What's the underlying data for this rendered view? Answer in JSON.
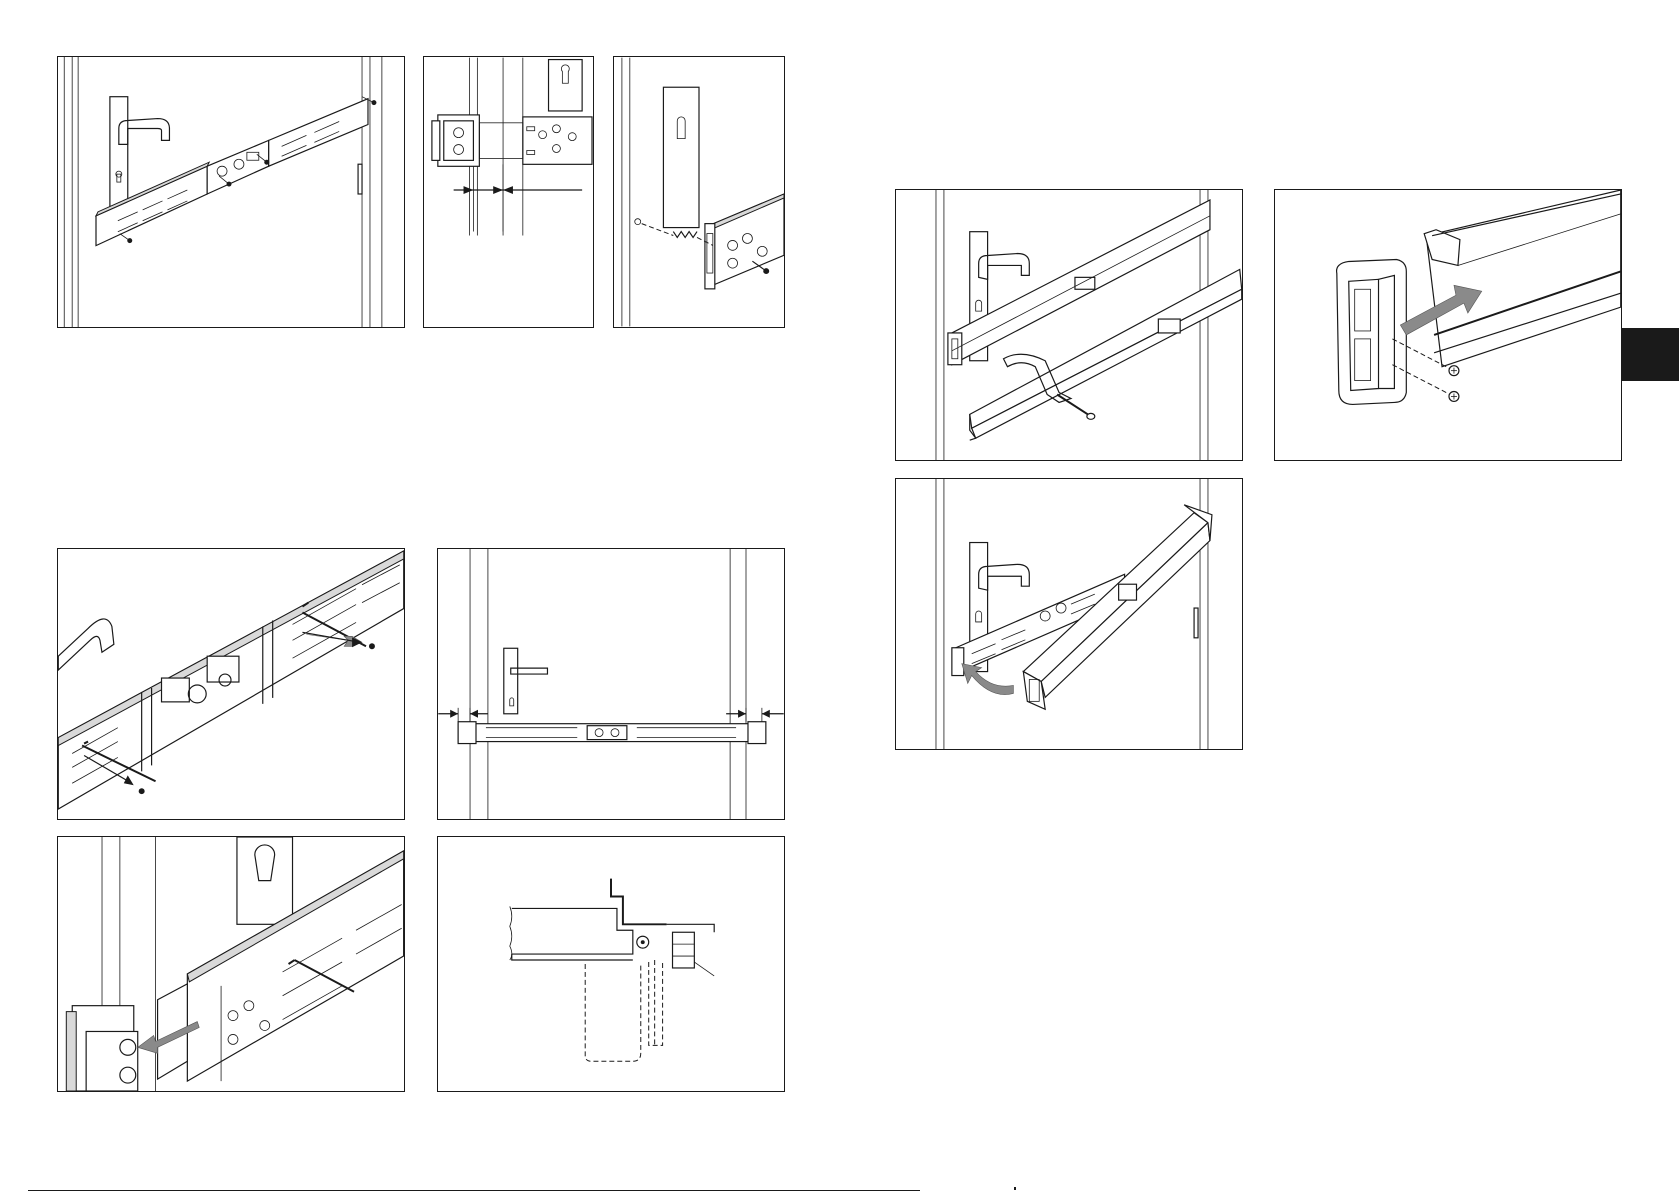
{
  "page": {
    "panels": [
      {
        "id": "fig-1a",
        "subject": "mounting-rail-screws"
      },
      {
        "id": "fig-1b",
        "subject": "end-cap-gap-dimension"
      },
      {
        "id": "fig-1c",
        "subject": "end-cap-spring-pin"
      },
      {
        "id": "fig-2a",
        "subject": "allen-key-loosen-screws"
      },
      {
        "id": "fig-2b",
        "subject": "rail-on-door-gaps"
      },
      {
        "id": "fig-2c",
        "subject": "pull-out-extension"
      },
      {
        "id": "fig-2d",
        "subject": "door-frame-cross-section"
      },
      {
        "id": "fig-3a",
        "subject": "slide-cover-onto-bar"
      },
      {
        "id": "fig-3b",
        "subject": "end-cap-attach-arrow"
      },
      {
        "id": "fig-3c",
        "subject": "swing-bar-into-place"
      }
    ]
  },
  "colors": {
    "line": "#1a1a1a",
    "arrow_fill": "#8a8a8a",
    "section_tab": "#1a1a1a",
    "background": "#ffffff"
  },
  "icons": [
    "arrow-right-icon",
    "arrow-curved-icon",
    "dimension-arrow-icon"
  ]
}
